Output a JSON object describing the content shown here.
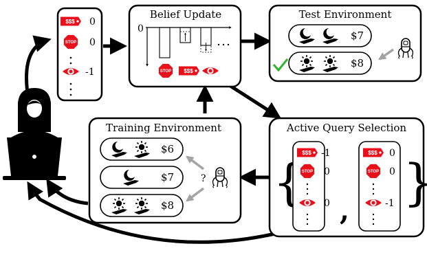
{
  "panels": {
    "belief_update": {
      "title": "Belief Update",
      "axis_origin": "0"
    },
    "test_environment": {
      "title": "Test Environment",
      "options": [
        {
          "price": "$7",
          "icons": [
            "moon",
            "moon"
          ],
          "selected": false
        },
        {
          "price": "$8",
          "icons": [
            "sun",
            "sun"
          ],
          "selected": true
        }
      ]
    },
    "training_environment": {
      "title": "Training Environment",
      "options": [
        {
          "price": "$6",
          "icons": [
            "moon",
            "sun"
          ]
        },
        {
          "price": "$7",
          "icons": [
            "moon"
          ]
        },
        {
          "price": "$8",
          "icons": [
            "sun",
            "sun"
          ]
        }
      ],
      "robot_question": "?"
    },
    "active_query": {
      "title": "Active Query Selection",
      "left_vector": {
        "cost": "-1",
        "stop": "0",
        "eye": "0"
      },
      "right_vector": {
        "cost": "0",
        "stop": "0",
        "eye": "-1"
      }
    }
  },
  "reward_vector": {
    "cost": "0",
    "stop": "0",
    "eye": "-1"
  },
  "feature_labels": {
    "cost": "$$$",
    "stop": "STOP"
  },
  "icon_names": [
    "user-laptop-icon",
    "robot-icon",
    "moon-plane-icon",
    "sun-plane-icon",
    "price-tag-icon",
    "stop-sign-icon",
    "eye-icon",
    "checkmark-icon"
  ],
  "colors": {
    "red": "#e8101a",
    "check_green": "#2fb52f",
    "arrow_gray": "#a3a3a3"
  }
}
